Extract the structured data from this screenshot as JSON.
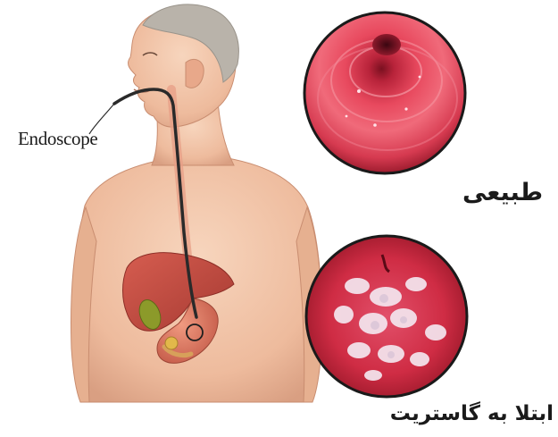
{
  "labels": {
    "endoscope": "Endoscope",
    "normal": "طبیعی",
    "gastritis": "ابتلا به گاستریت"
  },
  "colors": {
    "skin": "#f0c4a8",
    "skin_shadow": "#d99f82",
    "hair": "#b9b3aa",
    "liver": "#c24a3f",
    "stomach": "#d9735e",
    "gallbladder": "#8c9a2a",
    "endoscope_tube": "#2a2a2a",
    "mucosa_normal": "#d93a4e",
    "mucosa_inflamed": "#c8263a",
    "lesion": "#f4e6ef"
  },
  "icons": {
    "figure": "human-torso-illustration",
    "normal_view": "normal-stomach-endoscopic-view",
    "gastritis_view": "gastritis-endoscopic-view"
  }
}
